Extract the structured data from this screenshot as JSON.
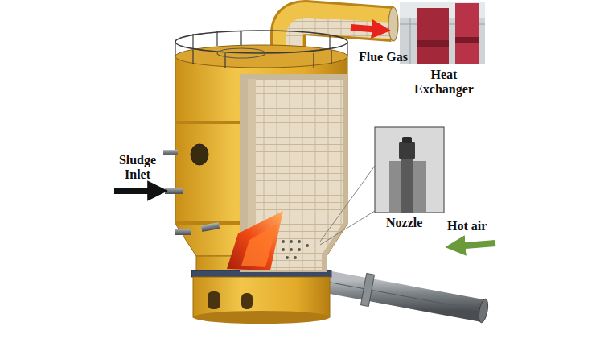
{
  "diagram": {
    "labels": [
      "Flue Gas",
      "Heat Exchanger",
      "Nozzle",
      "Sludge Inlet",
      "Hot air"
    ]
  }
}
